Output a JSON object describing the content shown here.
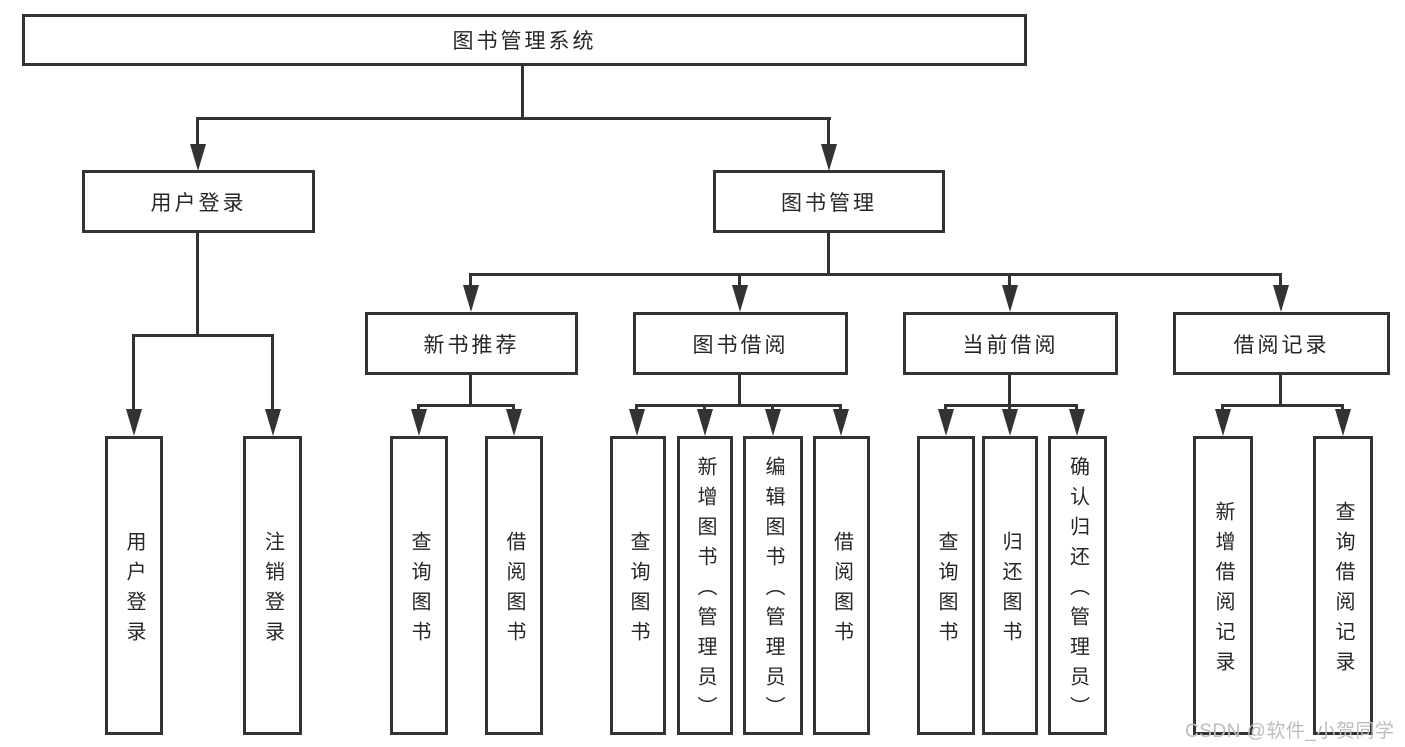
{
  "colors": {
    "line": "#333333",
    "text": "#262626",
    "background": "#ffffff",
    "watermark": "#bdbdbd"
  },
  "watermark": "CSDN @软件_小贺同学",
  "tree": {
    "root": {
      "label": "图书管理系统"
    },
    "branches": [
      {
        "label": "用户登录",
        "children": [
          {
            "label": "用户登录"
          },
          {
            "label": "注销登录"
          }
        ]
      },
      {
        "label": "图书管理",
        "children": [
          {
            "label": "新书推荐",
            "children": [
              {
                "label": "查询图书"
              },
              {
                "label": "借阅图书"
              }
            ]
          },
          {
            "label": "图书借阅",
            "children": [
              {
                "label": "查询图书"
              },
              {
                "label": "新增图书（管理员）"
              },
              {
                "label": "编辑图书（管理员）"
              },
              {
                "label": "借阅图书"
              }
            ]
          },
          {
            "label": "当前借阅",
            "children": [
              {
                "label": "查询图书"
              },
              {
                "label": "归还图书"
              },
              {
                "label": "确认归还（管理员）"
              }
            ]
          },
          {
            "label": "借阅记录",
            "children": [
              {
                "label": "新增借阅记录"
              },
              {
                "label": "查询借阅记录"
              }
            ]
          }
        ]
      }
    ]
  }
}
